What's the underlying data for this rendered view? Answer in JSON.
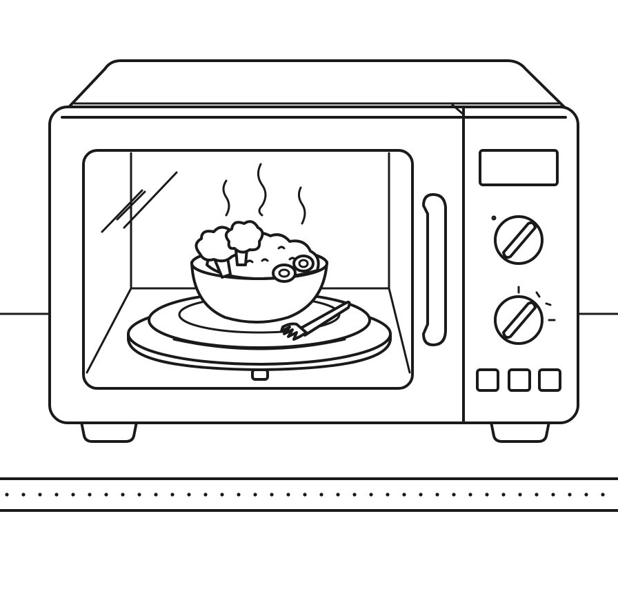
{
  "colors": {
    "ink": "#1a1a1a",
    "paper": "#ffffff"
  },
  "objects": [
    "microwave-oven",
    "display-panel",
    "timer-knob",
    "power-knob",
    "control-buttons",
    "door-handle",
    "turntable",
    "plate",
    "bowl",
    "broccoli",
    "rice",
    "egg-slices",
    "fork",
    "steam",
    "countertop"
  ],
  "controls": {
    "knobs": 2,
    "buttons": 3
  }
}
